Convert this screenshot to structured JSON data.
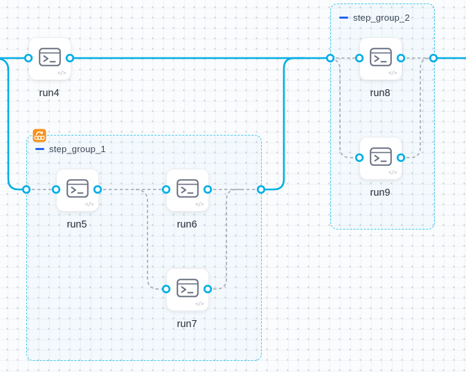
{
  "canvas": {
    "kind": "workflow-topology-editor"
  },
  "colors": {
    "edge_solid": "#00AEE4",
    "edge_dashed": "#AAB0B9",
    "group_border": "#41C9EC",
    "collapse_minus": "#2563EB",
    "loop_badge_bg": "#F6921E",
    "node_label": "#242B38"
  },
  "glyphs": {
    "code_badge": "</>",
    "node_icon": "terminal-icon",
    "group1_badge": "loop-over-items-icon"
  },
  "groups": [
    {
      "id": "step_group_1",
      "label": "step_group_1",
      "collapse": "minus",
      "has_loop_badge": true
    },
    {
      "id": "step_group_2",
      "label": "step_group_2",
      "collapse": "minus",
      "has_loop_badge": false
    }
  ],
  "nodes": [
    {
      "id": "run4",
      "label": "run4",
      "type": "command"
    },
    {
      "id": "run5",
      "label": "run5",
      "type": "command",
      "group": "step_group_1"
    },
    {
      "id": "run6",
      "label": "run6",
      "type": "command",
      "group": "step_group_1"
    },
    {
      "id": "run7",
      "label": "run7",
      "type": "command",
      "group": "step_group_1"
    },
    {
      "id": "run8",
      "label": "run8",
      "type": "command",
      "group": "step_group_2"
    },
    {
      "id": "run9",
      "label": "run9",
      "type": "command",
      "group": "step_group_2"
    }
  ],
  "edges": {
    "solid": [
      "start→run4",
      "start→step_group_1",
      "run4→step_group_2",
      "step_group_1→step_group_2",
      "step_group_2→end"
    ],
    "dashed": [
      "group1.in→run5",
      "run5→run6",
      "run5→run7",
      "run6→group1.out",
      "run7→group1.out",
      "group2.in→run8",
      "group2.in→run9",
      "run8→group2.out",
      "run9→group2.out"
    ]
  }
}
